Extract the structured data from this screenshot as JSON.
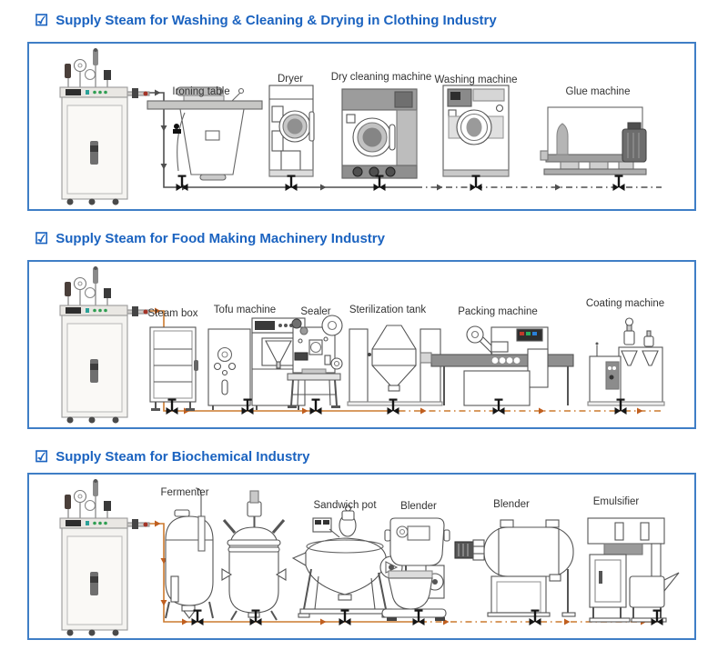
{
  "colors": {
    "header_blue": "#1b63c0",
    "panel_border": "#3f7ec6",
    "pipe_gray": "#4f4f4f",
    "pipe_orange": "#cc7a2e",
    "valve_black": "#151515"
  },
  "sections": [
    {
      "checkbox_glyph": "☑",
      "title": "Supply Steam for Washing & Cleaning & Drying in Clothing Industry",
      "machines": [
        {
          "label": "Ironing table"
        },
        {
          "label": "Dryer"
        },
        {
          "label": "Dry cleaning machine"
        },
        {
          "label": "Washing machine"
        },
        {
          "label": "Glue machine"
        }
      ]
    },
    {
      "checkbox_glyph": "☑",
      "title": "Supply Steam for Food Making Machinery Industry",
      "machines": [
        {
          "label": "Steam box"
        },
        {
          "label": "Tofu machine"
        },
        {
          "label": "Sealer"
        },
        {
          "label": "Sterilization tank"
        },
        {
          "label": "Packing machine"
        },
        {
          "label": "Coating machine"
        }
      ]
    },
    {
      "checkbox_glyph": "☑",
      "title": "Supply Steam for Biochemical Industry",
      "machines": [
        {
          "label": "Fermenter"
        },
        {
          "label": "Sandwich pot"
        },
        {
          "label": "Blender"
        },
        {
          "label": "Blender"
        },
        {
          "label": "Emulsifier"
        }
      ]
    }
  ]
}
